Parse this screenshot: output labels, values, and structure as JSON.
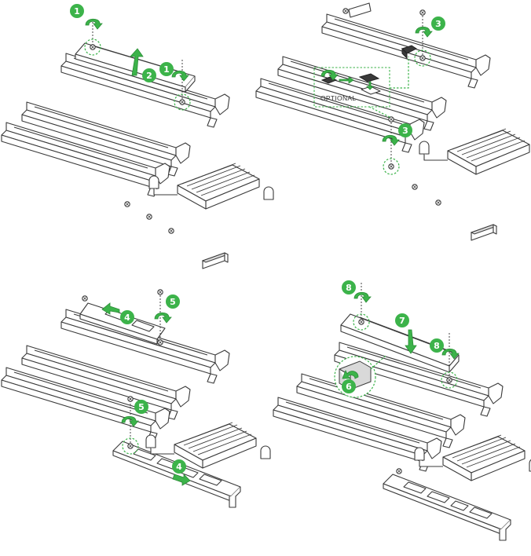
{
  "panels": [
    {
      "badges": [
        "1",
        "2",
        "1"
      ]
    },
    {
      "badges": [
        "3",
        "3"
      ],
      "optional_label": "OPTIONAL"
    },
    {
      "badges": [
        "4",
        "5",
        "4",
        "5"
      ]
    },
    {
      "badges": [
        "8",
        "7",
        "8",
        "6"
      ]
    }
  ],
  "colors": {
    "accent": "#3cb34a",
    "line": "#3a3a3a"
  },
  "icons": [
    "screw-icon",
    "rotate-arrow-icon",
    "lift-arrow-icon",
    "push-arrow-icon",
    "heatsink-icon",
    "m2-slot-icon",
    "m2-ssd-icon",
    "rubber-pad-icon"
  ]
}
